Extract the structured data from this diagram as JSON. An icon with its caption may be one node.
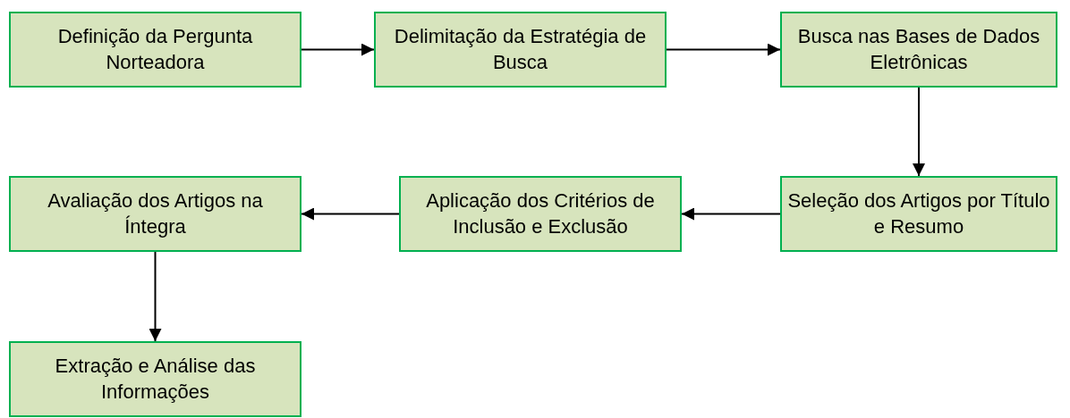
{
  "diagram": {
    "nodes": [
      {
        "text": [
          "Definição da Pergunta Norteadora"
        ]
      },
      {
        "text": [
          "Delimitação da Estratégia de Busca"
        ]
      },
      {
        "text": [
          "Busca nas Bases de Dados Eletrônicas"
        ]
      },
      {
        "text": [
          "Seleção dos Artigos por Título e Resumo"
        ]
      },
      {
        "text": [
          "Aplicação dos Critérios de Inclusão e Exclusão"
        ]
      },
      {
        "text": [
          "Avaliação dos Artigos na Íntegra"
        ]
      },
      {
        "text": [
          "Extração e Análise das Informações"
        ]
      }
    ],
    "edges": [
      {
        "from": 0,
        "to": 1,
        "arrow": "to"
      },
      {
        "from": 1,
        "to": 2,
        "arrow": "to"
      },
      {
        "from": 2,
        "to": 3,
        "arrow": "to"
      },
      {
        "from": 3,
        "to": 4,
        "arrow": "to"
      },
      {
        "from": 4,
        "to": 5,
        "arrow": "to"
      },
      {
        "from": 5,
        "to": 6,
        "arrow": "to"
      }
    ]
  }
}
